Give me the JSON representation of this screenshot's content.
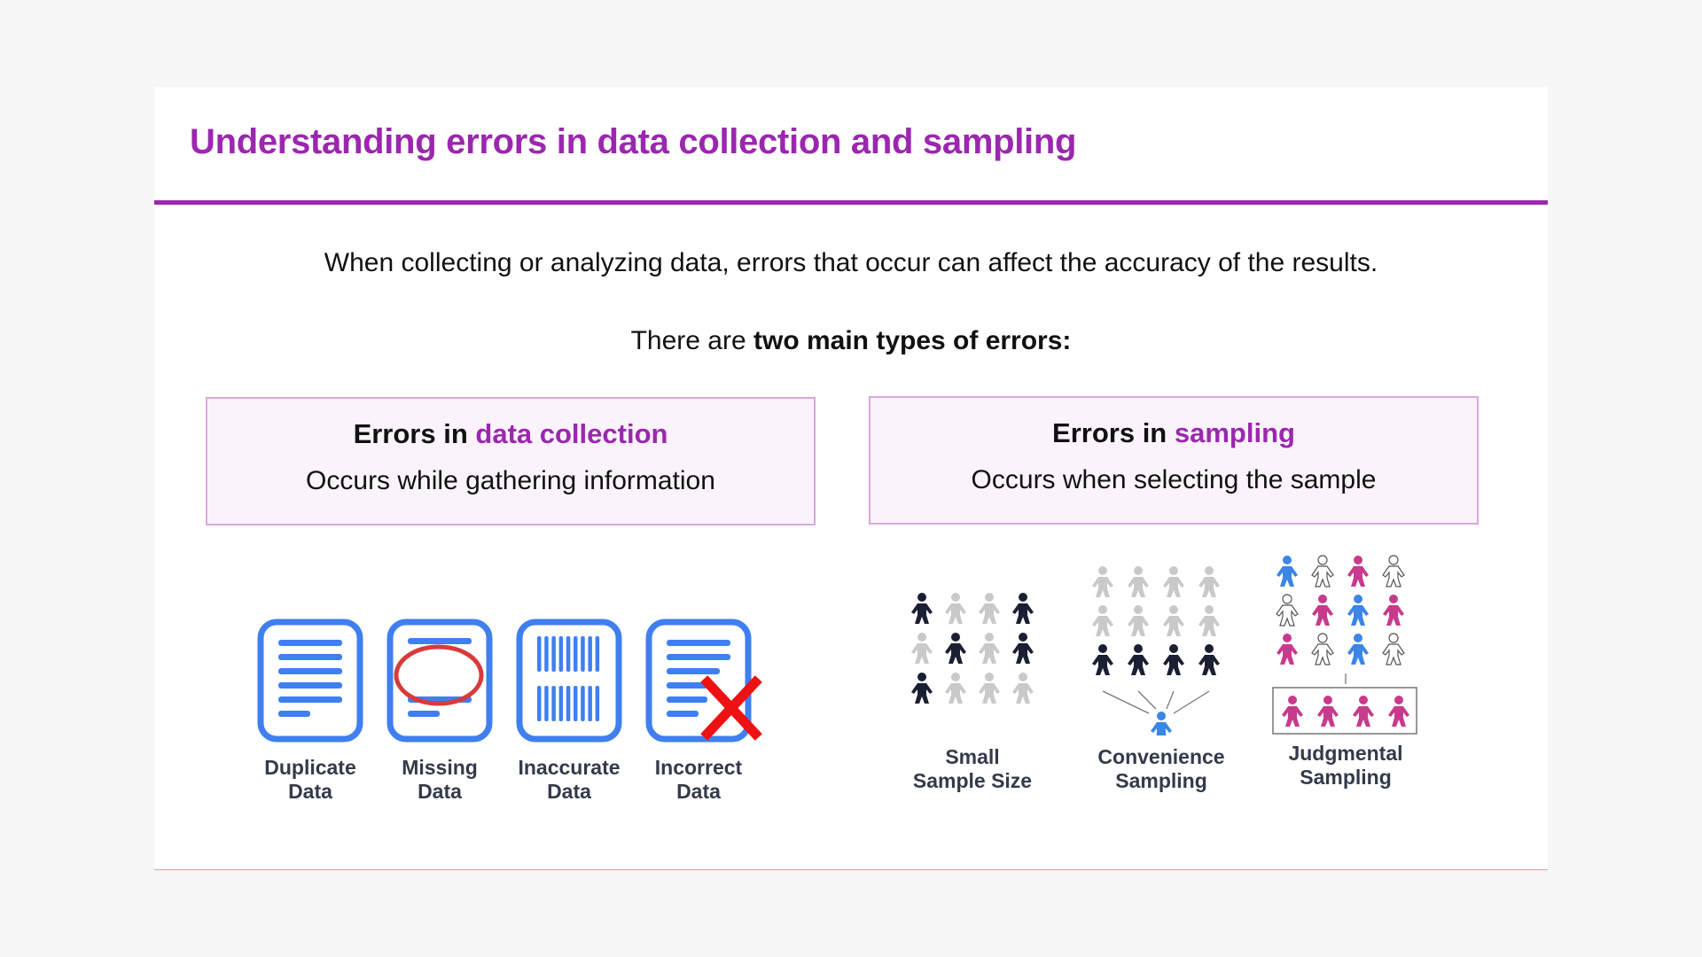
{
  "title": "Understanding errors in data collection and sampling",
  "intro": "When collecting or analyzing data, errors that occur can affect the accuracy of the results.",
  "types": {
    "prefix": "There are ",
    "emphasis": "two main types of errors:"
  },
  "left_box": {
    "heading_prefix": "Errors in ",
    "heading_highlight": "data collection",
    "description": "Occurs while gathering information"
  },
  "right_box": {
    "heading_prefix": "Errors in ",
    "heading_highlight": "sampling",
    "description": "Occurs when selecting the sample"
  },
  "collection_errors": [
    {
      "line1": "Duplicate",
      "line2": "Data",
      "icon": "document-lines-icon"
    },
    {
      "line1": "Missing",
      "line2": "Data",
      "icon": "document-missing-circle-icon"
    },
    {
      "line1": "Inaccurate",
      "line2": "Data",
      "icon": "document-barcode-icon"
    },
    {
      "line1": "Incorrect",
      "line2": "Data",
      "icon": "document-cross-icon"
    }
  ],
  "sampling_errors": [
    {
      "line1": "Small",
      "line2": "Sample Size",
      "icon": "small-sample-people-icon"
    },
    {
      "line1": "Convenience",
      "line2": "Sampling",
      "icon": "convenience-sampling-people-icon"
    },
    {
      "line1": "Judgmental",
      "line2": "Sampling",
      "icon": "judgmental-sampling-people-icon"
    }
  ],
  "colors": {
    "accent_purple": "#9b27af",
    "doc_blue": "#3f7ff0",
    "missing_red": "#d93a3a",
    "cross_red": "#ee1111",
    "person_dark": "#1a1f33",
    "person_grey": "#c9c9cc",
    "person_blue": "#3b86e6",
    "person_pink": "#c83a8c"
  }
}
